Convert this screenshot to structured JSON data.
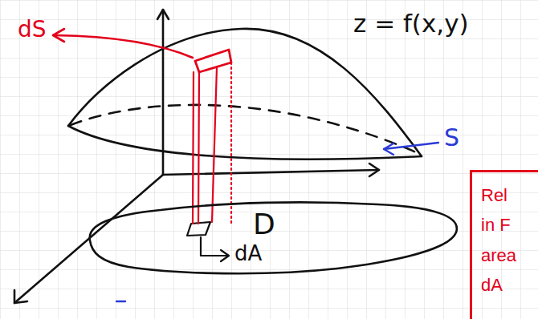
{
  "diagram": {
    "nodes": [
      {
        "text": [
          "Rel in F area dA"
        ]
      },
      {
        "text": [
          "D"
        ]
      }
    ],
    "labels": [
      "dS",
      "z = f(x,y)",
      "S",
      "dA"
    ]
  }
}
